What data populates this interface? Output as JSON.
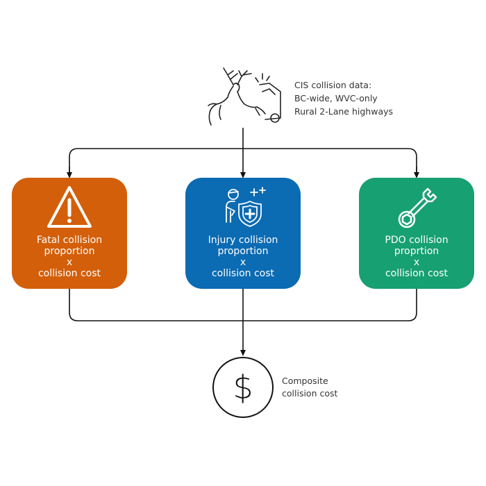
{
  "source": {
    "icon": "deer-vehicle-collision-icon",
    "lines": [
      "CIS collision data:",
      "BC-wide, WVC-only",
      "Rural 2-Lane highways"
    ]
  },
  "boxes": [
    {
      "icon": "warning-triangle-icon",
      "color": "#d35f0a",
      "lines": [
        "Fatal collision",
        "proportion",
        "x",
        "collision cost"
      ]
    },
    {
      "icon": "injured-person-shield-icon",
      "color": "#0b6bb3",
      "lines": [
        "Injury collision",
        "proportion",
        "x",
        "collision cost"
      ]
    },
    {
      "icon": "wrench-icon",
      "color": "#17a072",
      "lines": [
        "PDO collision",
        "proprtion",
        "x",
        "collision cost"
      ]
    }
  ],
  "result": {
    "icon": "dollar-circle-icon",
    "lines": [
      "Composite",
      "collision cost"
    ]
  },
  "colors": {
    "fatal": "#d35f0a",
    "injury": "#0b6bb3",
    "pdo": "#17a072",
    "connector": "#111111"
  }
}
